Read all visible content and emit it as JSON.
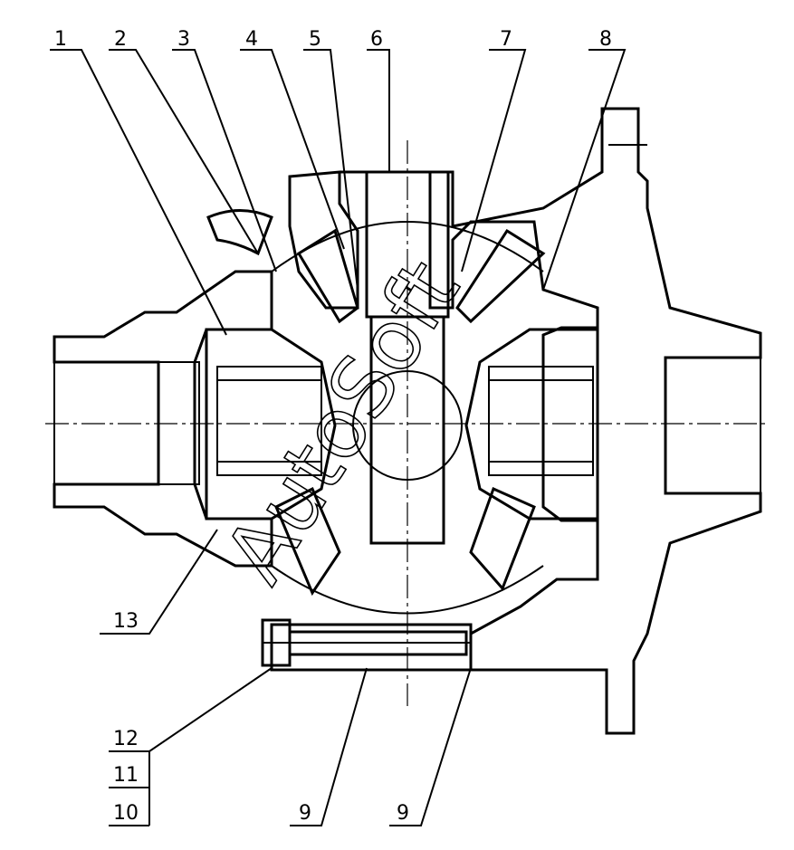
{
  "callouts": {
    "top": [
      "1",
      "2",
      "3",
      "4",
      "5",
      "6",
      "7",
      "8"
    ],
    "left": [
      "13",
      "12",
      "11",
      "10"
    ],
    "bottom": [
      "9",
      "9"
    ]
  },
  "watermark": "AutoSoft"
}
